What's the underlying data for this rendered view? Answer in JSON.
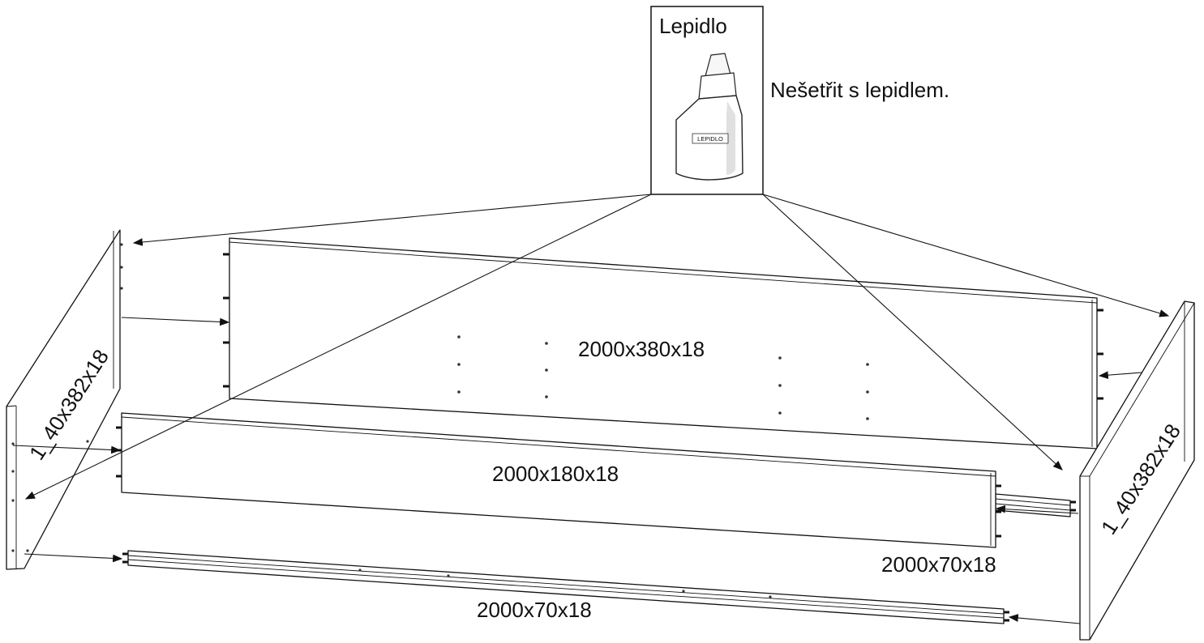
{
  "glue_box": {
    "title": "Lepidlo",
    "bottle_label": "LEPIDLO",
    "note": "Nešetřit s lepidlem."
  },
  "parts": {
    "back_panel": "2000x380x18",
    "front_panel": "2000x180x18",
    "left_side": "1_40x382x18",
    "right_side": "1_40x382x18",
    "rear_rail": "2000x70x18",
    "front_rail": "2000x70x18"
  }
}
